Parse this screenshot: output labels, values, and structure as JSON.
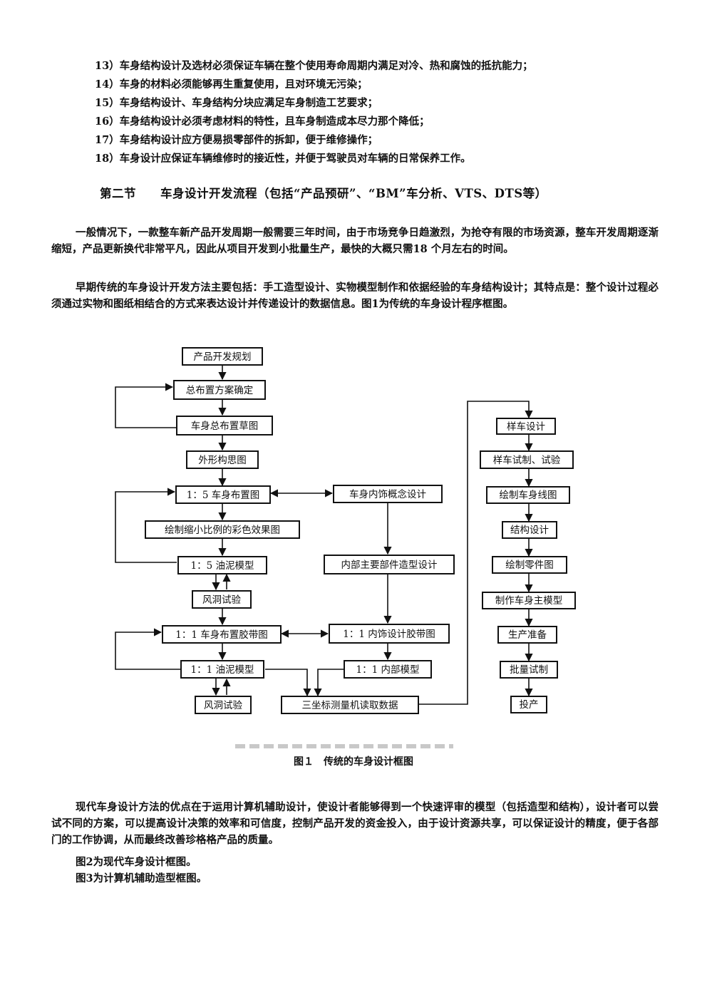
{
  "requirements": [
    "13）车身结构设计及选材必须保证车辆在整个使用寿命周期内满足对冷、热和腐蚀的抵抗能力；",
    "14）车身的材料必须能够再生重复使用，且对环境无污染；",
    "15）车身结构设计、车身结构分块应满足车身制造工艺要求；",
    "16）车身结构设计必须考虑材料的特性，且车身制造成本尽力那个降低；",
    "17）车身结构设计应方便易损零部件的拆卸，便于维修操作；",
    "18）车身设计应保证车辆维修时的接近性，并便于驾驶员对车辆的日常保养工作。"
  ],
  "section_heading": "第二节　　车身设计开发流程（包括“产品预研”、“BM”车分析、VTS、DTS等）",
  "paragraphs": {
    "p1": "一般情况下，一款整车新产品开发周期一般需要三年时间，由于市场竞争日趋激烈，为抢夺有限的市场资源，整车开发周期逐渐缩短，产品更新换代非常平凡，因此从项目开发到小批量生产，最快的大概只需18 个月左右的时间。",
    "p2": "早期传统的车身设计开发方法主要包括：手工造型设计、实物模型制作和依据经验的车身结构设计；其特点是：整个设计过程必须通过实物和图纸相结合的方式来表达设计并传递设计的数据信息。图1为传统的车身设计程序框图。",
    "p3": "现代车身设计方法的优点在于运用计算机辅助设计，使设计者能够得到一个快速评审的模型（包括造型和结构），设计者可以尝试不同的方案，可以提高设计决策的效率和可信度，控制产品开发的资金投入，由于设计资源共享，可以保证设计的精度，便于各部门的工作协调，从而最终改善珍格格产品的质量。",
    "line1": "图2为现代车身设计框图。",
    "line2": "图3为计算机辅助造型框图。"
  },
  "figure_caption": "图１　传统的车身设计框图",
  "flowchart": {
    "nodes": {
      "n1": "产品开发规划",
      "n2": "总布置方案确定",
      "n3": "车身总布置草图",
      "n4": "外形构思图",
      "n5": "1：5 车身布置图",
      "n6": "绘制缩小比例的彩色效果图",
      "n7": "1：5 油泥模型",
      "n8": "风洞试验",
      "n9": "1：1 车身布置胶带图",
      "n10": "1：1 油泥模型",
      "n11": "风洞试验",
      "n12": "车身内饰概念设计",
      "n13": "内部主要部件造型设计",
      "n14": "1：1 内饰设计胶带图",
      "n15": "1：1 内部模型",
      "n16": "三坐标测量机读取数据",
      "n17": "样车设计",
      "n18": "样车试制、试验",
      "n19": "绘制车身线图",
      "n20": "结构设计",
      "n21": "绘制零件图",
      "n22": "制作车身主模型",
      "n23": "生产准备",
      "n24": "批量试制",
      "n25": "投产"
    }
  }
}
